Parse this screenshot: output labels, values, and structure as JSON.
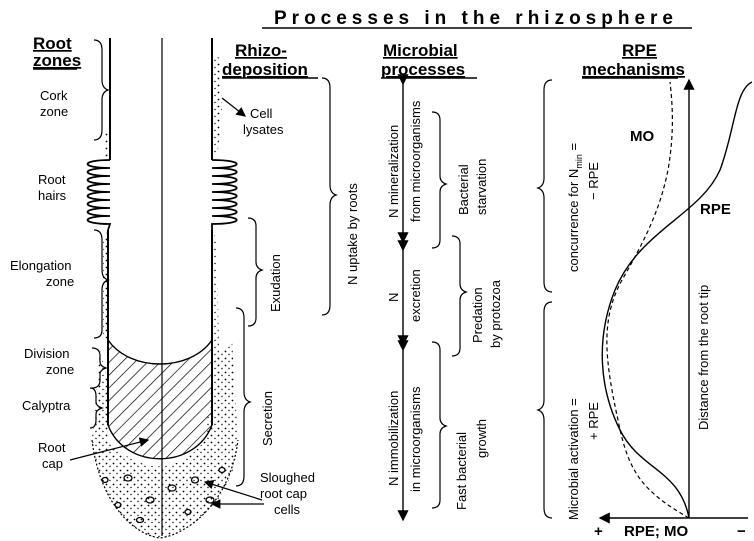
{
  "title": "Processes in the rhizosphere",
  "headers": {
    "root_zones_1": "Root",
    "root_zones_2": "zones",
    "rhizo_1": "Rhizo-",
    "rhizo_2": "deposition",
    "microbial_1": "Microbial",
    "microbial_2": "processes",
    "rpe_1": "RPE",
    "rpe_2": "mechanisms"
  },
  "root_zones": {
    "cork_1": "Cork",
    "cork_2": "zone",
    "hairs_1": "Root",
    "hairs_2": "hairs",
    "elong_1": "Elongation",
    "elong_2": "zone",
    "division_1": "Division",
    "division_2": "zone",
    "calyptra": "Calyptra",
    "rootcap_1": "Root",
    "rootcap_2": "cap"
  },
  "rhizodeposition": {
    "lysates_1": "Cell",
    "lysates_2": "lysates",
    "n_uptake": "N uptake by roots",
    "exudation": "Exudation",
    "secretion": "Secretion",
    "sloughed_1": "Sloughed",
    "sloughed_2": "root cap",
    "sloughed_3": "cells"
  },
  "microbial_processes": {
    "n_min_1": "N mineralization",
    "n_min_2": "from microorganisms",
    "starv_1": "Bacterial",
    "starv_2": "starvation",
    "n_exc_1": "N",
    "n_exc_2": "excretion",
    "pred_1": "Predation",
    "pred_2": "by protozoa",
    "n_imm_1": "N immobilization",
    "n_imm_2": "in microorganisms",
    "fast_1": "Fast bacterial",
    "fast_2": "growth"
  },
  "rpe_mechanisms": {
    "conc_1a": "concurrence for N",
    "conc_1sub": "min",
    "conc_1b": " =",
    "conc_2": "− RPE",
    "act_1": "Microbial activation =",
    "act_2": "+ RPE",
    "mo": "MO",
    "rpe": "RPE",
    "distance": "Distance from the root tip",
    "axis_plus": "+",
    "axis_label": "RPE; MO",
    "axis_minus": "−"
  },
  "colors": {
    "ink": "#000000",
    "background": "#ffffff"
  }
}
